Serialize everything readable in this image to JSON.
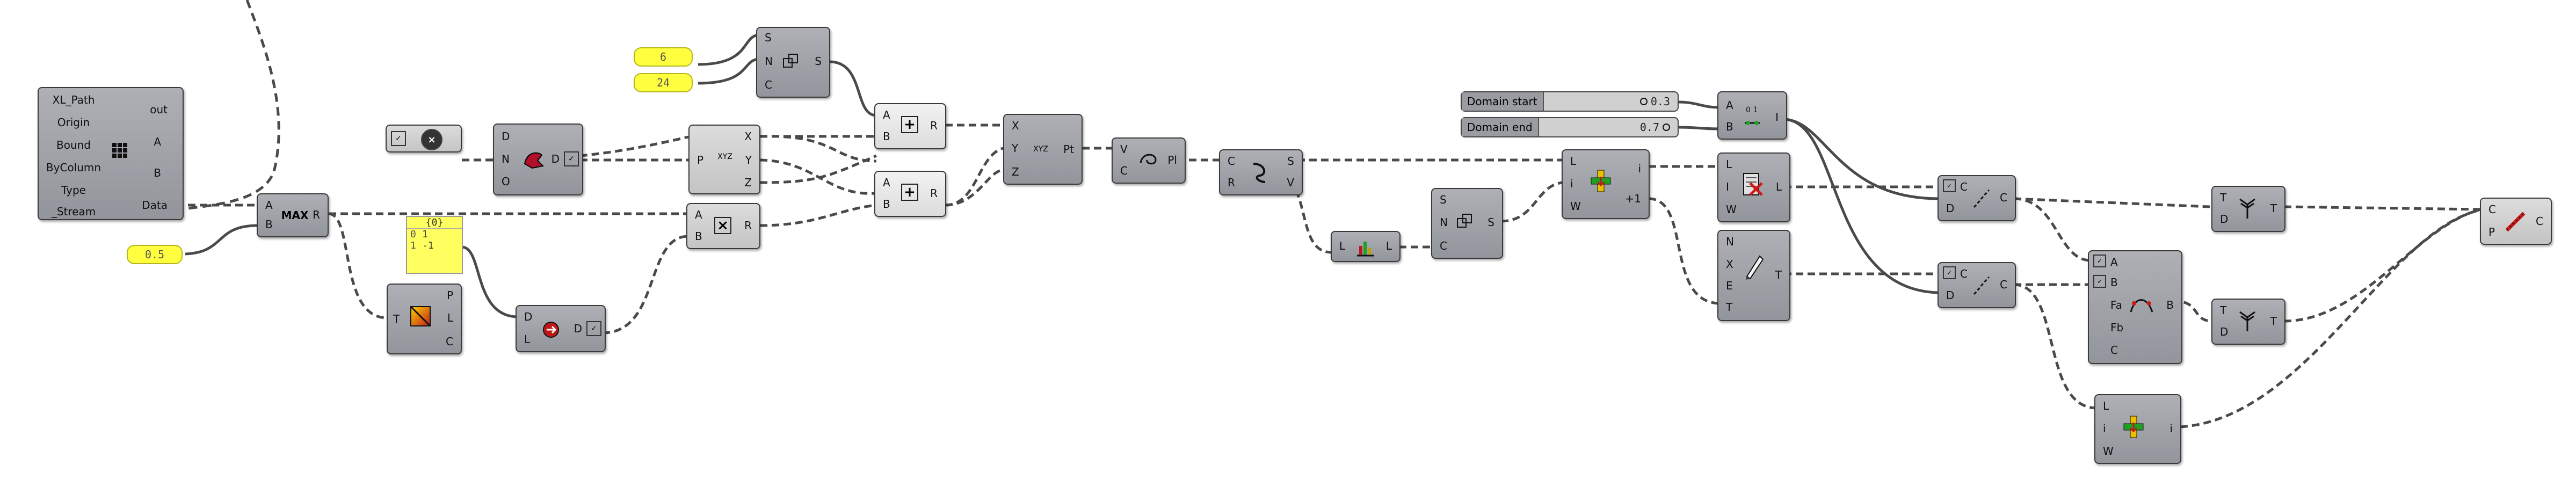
{
  "nodes": {
    "xl": {
      "inputs": [
        "XL_Path",
        "Origin",
        "Bound",
        "ByColumn",
        "Type",
        "_Stream"
      ],
      "outputs": [
        "out",
        "A",
        "B",
        "Data"
      ],
      "icon": "grid-table-icon"
    },
    "max": {
      "inputs": [
        "A",
        "B"
      ],
      "outputs": [
        "R"
      ],
      "label": "MAX"
    },
    "num_half": {
      "value": "0.5"
    },
    "num_6": {
      "value": "6"
    },
    "num_24": {
      "value": "24"
    },
    "divcurve": {
      "inputs": [
        "S",
        "N",
        "C"
      ],
      "outputs": [
        "S"
      ],
      "icon": "divide-curve-icon"
    },
    "add1": {
      "inputs": [
        "A",
        "B"
      ],
      "outputs": [
        "R"
      ],
      "symbol": "+"
    },
    "add2": {
      "inputs": [
        "A",
        "B"
      ],
      "outputs": [
        "R"
      ],
      "symbol": "+"
    },
    "mult": {
      "inputs": [
        "A",
        "B"
      ],
      "outputs": [
        "R"
      ],
      "symbol": "×"
    },
    "decompose": {
      "inputs": [
        "P"
      ],
      "outputs": [
        "X",
        "Y",
        "Z"
      ],
      "icon": "xyz-decompose-icon"
    },
    "construct_pt": {
      "inputs": [
        "X",
        "Y",
        "Z"
      ],
      "outputs": [
        "Pt"
      ],
      "icon": "xyz-point-icon"
    },
    "plane": {
      "inputs": [
        "V",
        "C"
      ],
      "outputs": [
        "Pl"
      ],
      "icon": "plane-icon"
    },
    "evalcurve": {
      "inputs": [
        "C",
        "R"
      ],
      "outputs": [
        "S",
        "V"
      ],
      "icon": "curve-hook-icon"
    },
    "boolean_ctrl": {
      "icon": "close-x-icon"
    },
    "deconstruct": {
      "inputs": [
        "D",
        "N",
        "O"
      ],
      "outputs": [
        "D"
      ],
      "icon": "deconstruct-icon"
    },
    "panel": {
      "header": "{0}",
      "rows": [
        {
          "index": "0",
          "value": "1"
        },
        {
          "index": "1",
          "value": "-1"
        }
      ]
    },
    "gradient": {
      "inputs": [
        "T"
      ],
      "outputs": [
        "P",
        "L",
        "C"
      ],
      "icon": "gradient-icon"
    },
    "dispatch": {
      "inputs": [
        "D",
        "L"
      ],
      "outputs": [
        "D"
      ],
      "icon": "dispatch-icon"
    },
    "listlen": {
      "inputs": [
        "L"
      ],
      "outputs": [
        "L"
      ],
      "icon": "list-length-icon"
    },
    "divcurve2": {
      "inputs": [
        "S",
        "N",
        "C"
      ],
      "outputs": [
        "S"
      ],
      "icon": "divide-curve-icon"
    },
    "listitem": {
      "inputs": [
        "L",
        "i",
        "W"
      ],
      "outputs": [
        "i",
        "+1"
      ],
      "icon": "list-item-icon"
    },
    "cullindex": {
      "inputs": [
        "L",
        "I",
        "W"
      ],
      "outputs": [
        "L"
      ],
      "icon": "cull-index-icon"
    },
    "interp": {
      "inputs": [
        "N",
        "X",
        "E",
        "T"
      ],
      "outputs": [
        "T"
      ],
      "icon": "pen-icon"
    },
    "slider_start": {
      "label": "Domain start",
      "value": "0.3"
    },
    "slider_end": {
      "label": "Domain end",
      "value": "0.7"
    },
    "construct_domain": {
      "inputs": [
        "A",
        "B"
      ],
      "outputs": [
        "I"
      ],
      "icon": "domain-icon"
    },
    "subcurve1": {
      "inputs": [
        "C",
        "D"
      ],
      "outputs": [
        "C"
      ],
      "icon": "subcurve-icon"
    },
    "subcurve2": {
      "inputs": [
        "C",
        "D"
      ],
      "outputs": [
        "C"
      ],
      "icon": "subcurve-icon"
    },
    "tree1": {
      "inputs": [
        "T",
        "D"
      ],
      "outputs": [
        "T"
      ],
      "icon": "tree-icon"
    },
    "tree2": {
      "inputs": [
        "T",
        "D"
      ],
      "outputs": [
        "T"
      ],
      "icon": "tree-icon"
    },
    "blendcurve": {
      "inputs": [
        "A",
        "B",
        "Fa",
        "Fb",
        "C"
      ],
      "outputs": [
        "B"
      ],
      "icon": "blend-curve-icon"
    },
    "listitem2": {
      "inputs": [
        "L",
        "i",
        "W"
      ],
      "outputs": [
        "i"
      ],
      "icon": "list-item-icon"
    },
    "pipe": {
      "inputs": [
        "C",
        "P"
      ],
      "outputs": [
        "C"
      ],
      "icon": "pipe-icon"
    }
  },
  "colors": {
    "component": "#9fa1a7",
    "number": "#ffff40",
    "panel": "#ffff60",
    "wire": "#4a4a4a"
  }
}
